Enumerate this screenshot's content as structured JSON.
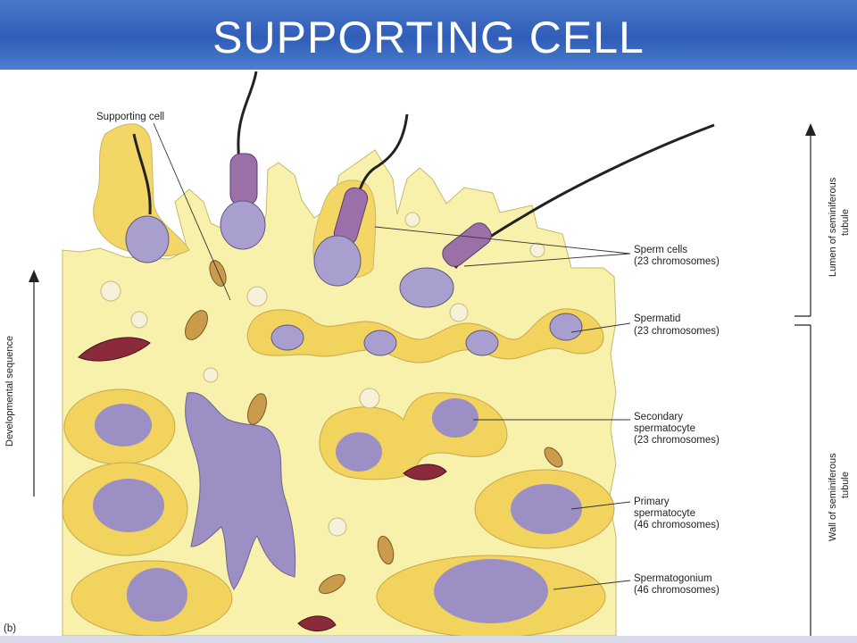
{
  "slide": {
    "title": "SUPPORTING CELL",
    "panel_letter": "(b)"
  },
  "diagram": {
    "labels": {
      "supporting_cell": "Supporting cell",
      "sperm_cells": [
        "Sperm cells",
        "(23 chromosomes)"
      ],
      "spermatid": [
        "Spermatid",
        "(23 chromosomes)"
      ],
      "secondary_spermatocyte": [
        "Secondary",
        "spermatocyte",
        "(23 chromosomes)"
      ],
      "primary_spermatocyte": [
        "Primary",
        "spermatocyte",
        "(46 chromosomes)"
      ],
      "spermatogonium": [
        "Spermatogonium",
        "(46 chromosomes)"
      ]
    },
    "side_labels": {
      "developmental_sequence": "Developmental sequence",
      "lumen": [
        "Lumen of seminiferous",
        "tubule"
      ],
      "wall": [
        "Wall of seminiferous",
        "tubule"
      ]
    },
    "colors": {
      "cytoplasm": "#f7f0a8",
      "cell_yellow": "#f2d35e",
      "nucleus": "#9c8fc4",
      "sperm_head": "#a49ccb",
      "mitochondria": "#c99b4a",
      "dark_mito": "#8a2a3a"
    }
  }
}
